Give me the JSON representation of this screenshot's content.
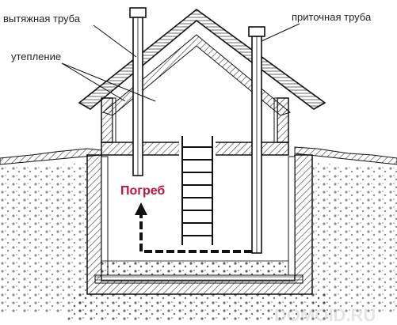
{
  "labels": {
    "exhaust_pipe": "вытяжная труба",
    "supply_pipe": "приточная труба",
    "insulation": "утепление",
    "cellar": "Погреб"
  },
  "watermark": "DOMOID.RU",
  "colors": {
    "line": "#111111",
    "hatch": "#555555",
    "accent_red": "#c0143c",
    "watermark": "#9a9a9a",
    "background": "#ffffff"
  }
}
